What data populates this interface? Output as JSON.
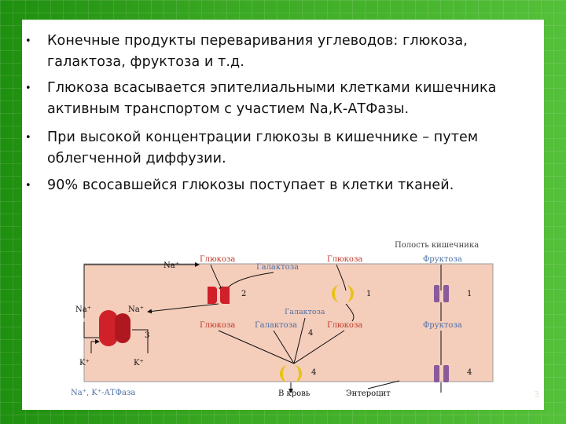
{
  "slide": {
    "bullets": [
      {
        "line1": "Конечные продукты переваривания углеводов: глюкоза,",
        "line2": "галактоза, фруктоза и т.д."
      },
      {
        "line1": "Глюкоза всасывается эпителиальными клетками кишечника",
        "line2": "активным транспортом с участием Na,К-АТФазы."
      },
      {
        "line1": "При высокой концентрации глюкозы в кишечнике – путем",
        "line2": "облегченной диффузии."
      },
      {
        "line1": "90% всосавшейся глюкозы поступает в клетки тканей.",
        "line2": ""
      }
    ],
    "page_number": "3"
  },
  "diagram": {
    "lumen_label": "Полость кишечника",
    "top_labels": {
      "na": "Na⁺",
      "glucose_1": "Глюкоза",
      "galactose": "Галактоза",
      "glucose_2": "Глюкоза",
      "fructose": "Фруктоза"
    },
    "mid_labels": {
      "na_left": "Na⁺",
      "na_inner": "Na⁺",
      "galactose": "Галактоза",
      "glucose_1": "Глюкоза",
      "galactose_2": "Галактоза",
      "glucose_2": "Глюкоза",
      "fructose": "Фруктоза"
    },
    "k_labels": {
      "k_left": "K⁺",
      "k_inner": "K⁺"
    },
    "numbers": {
      "n2": "2",
      "n1a": "1",
      "n1b": "1",
      "n3": "3",
      "n4a": "4",
      "n4b": "4",
      "n4c": "4"
    },
    "bottom_labels": {
      "atpase": "Na⁺, K⁺-АТФаза",
      "blood": "В кровь",
      "enterocyte": "Энтероцит"
    },
    "colors": {
      "cell": "#f5cdbb",
      "sglt_transporter": "#d0202a",
      "glut_transporter": "#e8c21a",
      "fructose_transporter": "#8a5a9a",
      "label": "#c0392b",
      "label_alt": "#4a6fa5"
    }
  }
}
